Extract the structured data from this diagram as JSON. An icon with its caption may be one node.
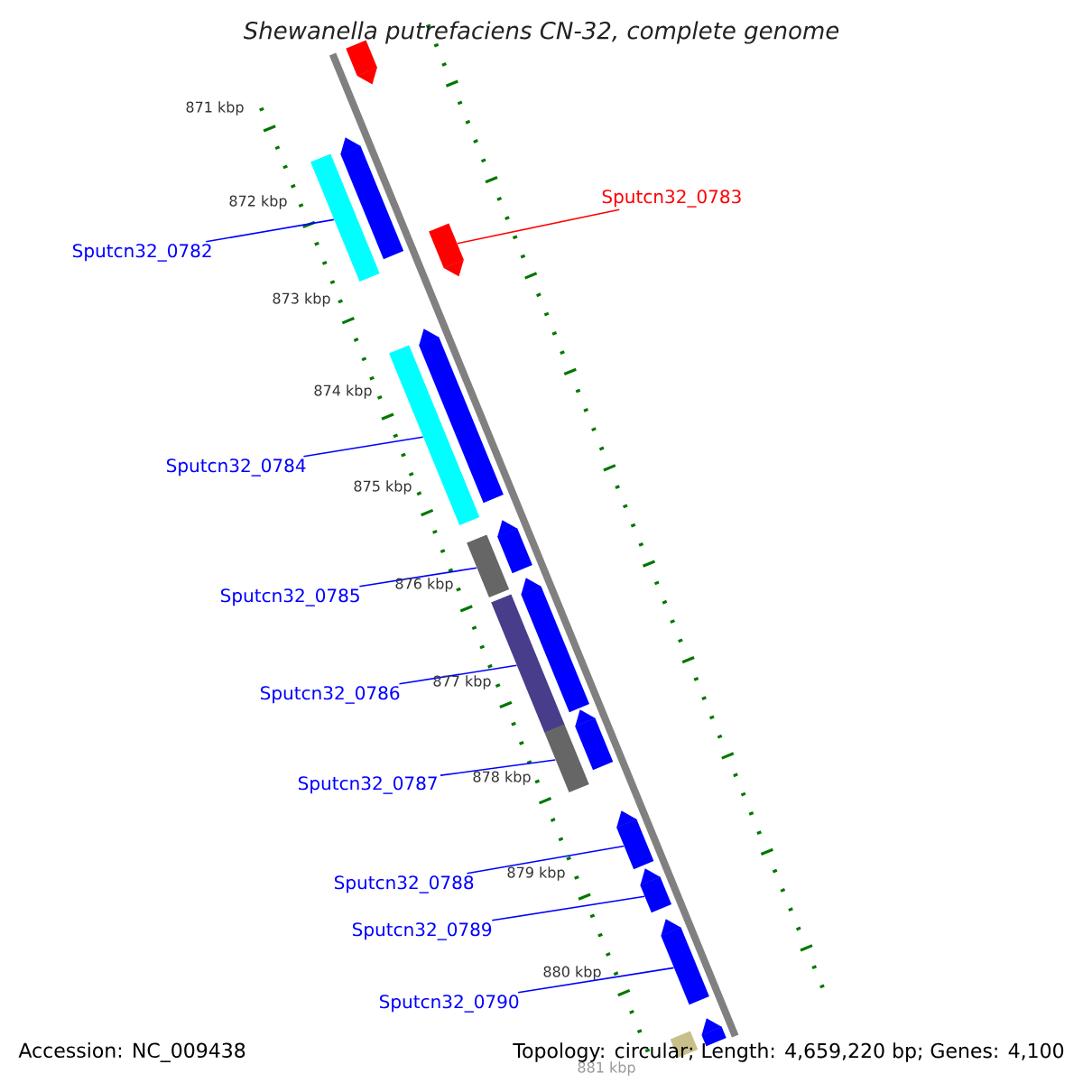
{
  "diagram": {
    "title": "Shewanella putrefaciens CN-32, complete genome",
    "nodes": [
      {
        "text": [
          "Sputcn32_0782"
        ]
      },
      {
        "text": [
          "Sputcn32_0783"
        ]
      },
      {
        "text": [
          "Sputcn32_0784"
        ]
      },
      {
        "text": [
          "Sputcn32_0785"
        ]
      },
      {
        "text": [
          "Sputcn32_0786"
        ]
      },
      {
        "text": [
          "Sputcn32_0787"
        ]
      },
      {
        "text": [
          "Sputcn32_0788"
        ]
      },
      {
        "text": [
          "Sputcn32_0789"
        ]
      },
      {
        "text": [
          "Sputcn32_0790"
        ]
      },
      {
        "text": [],
        "shape": "pentagon"
      },
      {
        "text": [],
        "shape": "pentagon"
      },
      {
        "text": [],
        "shape": "box"
      },
      {
        "text": [],
        "shape": "pentagon"
      },
      {
        "text": [],
        "shape": "pentagon"
      },
      {
        "text": [],
        "shape": "box"
      },
      {
        "text": [],
        "shape": "pentagon"
      },
      {
        "text": [],
        "shape": "box"
      },
      {
        "text": [],
        "shape": "pentagon"
      },
      {
        "text": [],
        "shape": "box"
      },
      {
        "text": [],
        "shape": "pentagon"
      },
      {
        "text": [],
        "shape": "box"
      },
      {
        "text": [],
        "shape": "pentagon"
      },
      {
        "text": [],
        "shape": "pentagon"
      },
      {
        "text": [],
        "shape": "pentagon"
      },
      {
        "text": [],
        "shape": "pentagon"
      },
      {
        "text": [],
        "shape": "box"
      }
    ],
    "edges": [
      {
        "from": 0,
        "to": 11,
        "arrow": "none"
      },
      {
        "from": 1,
        "to": 12,
        "arrow": "none",
        "color": "#ff0000"
      },
      {
        "from": 2,
        "to": 14,
        "arrow": "none"
      },
      {
        "from": 3,
        "to": 16,
        "arrow": "none"
      },
      {
        "from": 4,
        "to": 18,
        "arrow": "none"
      },
      {
        "from": 5,
        "to": 20,
        "arrow": "none"
      },
      {
        "from": 6,
        "to": 21,
        "arrow": "none"
      },
      {
        "from": 7,
        "to": 22,
        "arrow": "none"
      },
      {
        "from": 8,
        "to": 23,
        "arrow": "none"
      }
    ],
    "labels": [
      "871 kbp",
      "872 kbp",
      "873 kbp",
      "874 kbp",
      "875 kbp",
      "876 kbp",
      "877 kbp",
      "878 kbp",
      "879 kbp",
      "880 kbp",
      "881 kbp",
      "Accession: NC_009438",
      "Topology: circular; Length: 4,659,220 bp; Genes: 4,100"
    ]
  }
}
